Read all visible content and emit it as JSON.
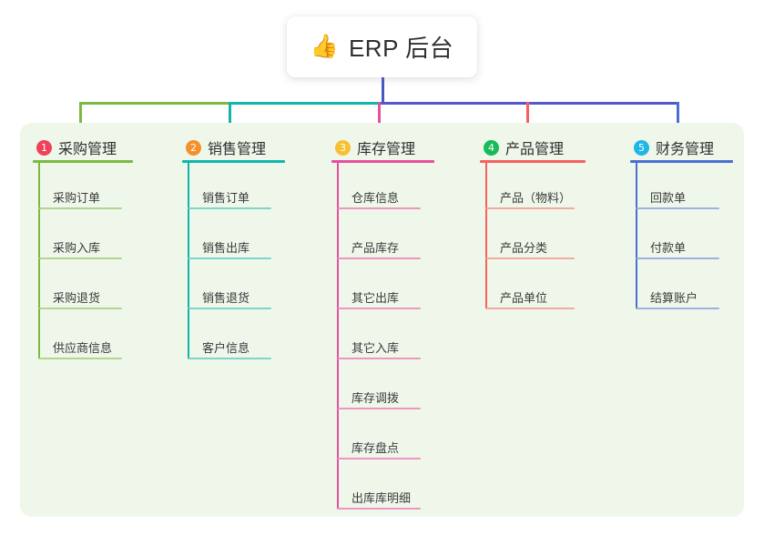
{
  "title": {
    "emoji": "👍",
    "icon_name": "thumbs-up-icon",
    "text": "ERP 后台"
  },
  "theme": {
    "page_background": "#ffffff",
    "panel_background": "#eef7e9",
    "card_background": "#ffffff",
    "text_color": "#2f3033",
    "bus_left_color": "#7cb943",
    "bus_mid_color": "#12b5ab",
    "bus_right_color": "#5558c8",
    "trunk_color": "#4a56c4"
  },
  "columns": [
    {
      "index": "1",
      "badge_color": "#f0415c",
      "line_color": "#7cb943",
      "item_line_color": "#a8cf85",
      "title": "采购管理",
      "items": [
        "采购订单",
        "采购入库",
        "采购退货",
        "供应商信息"
      ]
    },
    {
      "index": "2",
      "badge_color": "#f5912c",
      "line_color": "#12b5ab",
      "item_line_color": "#69cfc7",
      "title": "销售管理",
      "items": [
        "销售订单",
        "销售出库",
        "销售退货",
        "客户信息"
      ]
    },
    {
      "index": "3",
      "badge_color": "#f7c033",
      "line_color": "#e54f9b",
      "item_line_color": "#ec85bb",
      "title": "库存管理",
      "items": [
        "仓库信息",
        "产品库存",
        "其它出库",
        "其它入库",
        "库存调拨",
        "库存盘点",
        "出库库明细"
      ]
    },
    {
      "index": "4",
      "badge_color": "#1aba57",
      "line_color": "#f4615f",
      "item_line_color": "#f59b96",
      "title": "产品管理",
      "items": [
        "产品（物料）",
        "产品分类",
        "产品单位"
      ]
    },
    {
      "index": "5",
      "badge_color": "#1fb6e8",
      "line_color": "#4a6fd0",
      "item_line_color": "#8fa6e0",
      "title": "财务管理",
      "items": [
        "回款单",
        "付款单",
        "结算账户"
      ]
    }
  ]
}
